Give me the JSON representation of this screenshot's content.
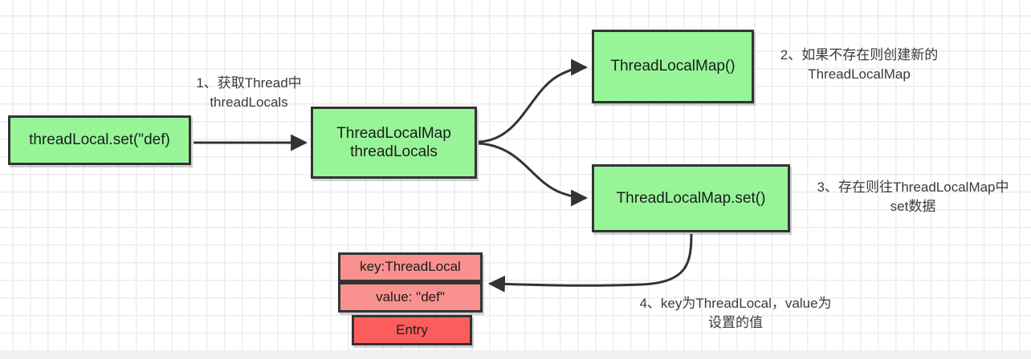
{
  "diagram": {
    "title": "ThreadLocal set flow",
    "colors": {
      "green_node": "#97F598",
      "pink_node": "#F9918E",
      "red_node": "#FB5D5D",
      "node_border": "#333333",
      "annotation_text": "#3a3a3a",
      "grid_line": "#ededed",
      "background": "#ffffff"
    },
    "nodes": {
      "set_call": "threadLocal.set(\"def)",
      "map_field": "ThreadLocalMap\nthreadLocals",
      "map_constructor": "ThreadLocalMap()",
      "map_set": "ThreadLocalMap.set()",
      "entry_key": "key:ThreadLocal",
      "entry_value": "value: \"def\"",
      "entry_name": "Entry"
    },
    "annotations": {
      "step1": "1、获取Thread中\nthreadLocals",
      "step2": "2、如果不存在则创建新的\nThreadLocalMap",
      "step3": "3、存在则往ThreadLocalMap中\nset数据",
      "step4": "4、key为ThreadLocal，value为\n设置的值"
    }
  }
}
